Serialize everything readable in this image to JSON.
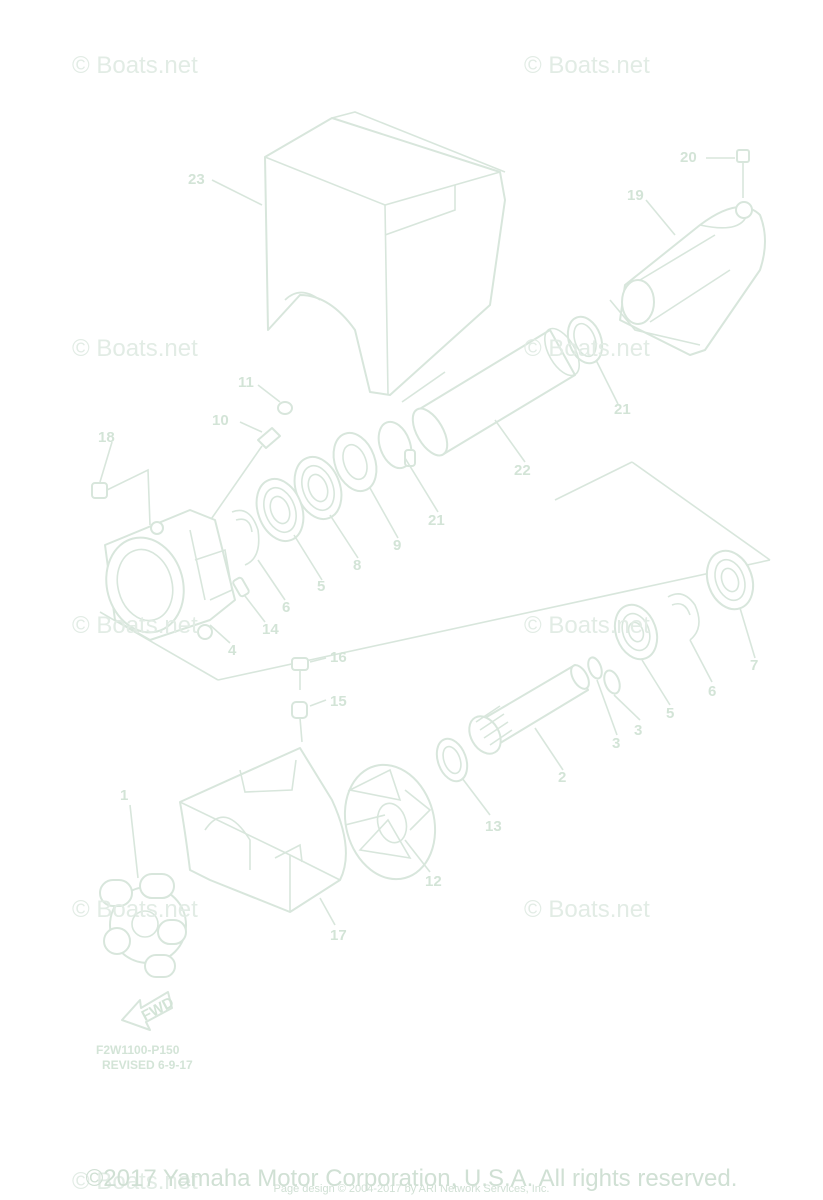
{
  "watermarks": [
    "© Boats.net",
    "© Boats.net",
    "© Boats.net",
    "© Boats.net",
    "© Boats.net",
    "© Boats.net",
    "© Boats.net",
    "© Boats.net",
    "© Boats.net"
  ],
  "callouts": [
    "23",
    "20",
    "19",
    "11",
    "10",
    "18",
    "21",
    "22",
    "21",
    "6",
    "5",
    "8",
    "9",
    "14",
    "4",
    "16",
    "15",
    "1",
    "12",
    "13",
    "2",
    "3",
    "3",
    "5",
    "6",
    "7",
    "17"
  ],
  "fwd_label": "FWD",
  "diagram_code": "F2W1100-P150",
  "revised": "REVISED 6-9-17",
  "copyright": "©2017 Yamaha Motor Corporation, U.S.A. All rights reserved.",
  "page_design": "Page design © 2004-2017 by ARI Network Services, Inc."
}
